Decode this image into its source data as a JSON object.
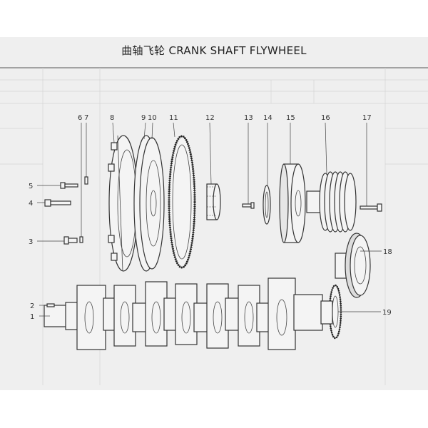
{
  "title": "曲轴飞轮 CRANK SHAFT FLYWHEEL",
  "callouts": [
    {
      "id": "1",
      "label": "1"
    },
    {
      "id": "2",
      "label": "2"
    },
    {
      "id": "3",
      "label": "3"
    },
    {
      "id": "4",
      "label": "4"
    },
    {
      "id": "5",
      "label": "5"
    },
    {
      "id": "6",
      "label": "6"
    },
    {
      "id": "7",
      "label": "7"
    },
    {
      "id": "8",
      "label": "8"
    },
    {
      "id": "9",
      "label": "9"
    },
    {
      "id": "10",
      "label": "10"
    },
    {
      "id": "11",
      "label": "11"
    },
    {
      "id": "12",
      "label": "12"
    },
    {
      "id": "13",
      "label": "13"
    },
    {
      "id": "14",
      "label": "14"
    },
    {
      "id": "15",
      "label": "15"
    },
    {
      "id": "16",
      "label": "16"
    },
    {
      "id": "17",
      "label": "17"
    },
    {
      "id": "18",
      "label": "18"
    },
    {
      "id": "19",
      "label": "19"
    }
  ],
  "colors": {
    "ink": "#333333",
    "paper": "#efefef"
  }
}
